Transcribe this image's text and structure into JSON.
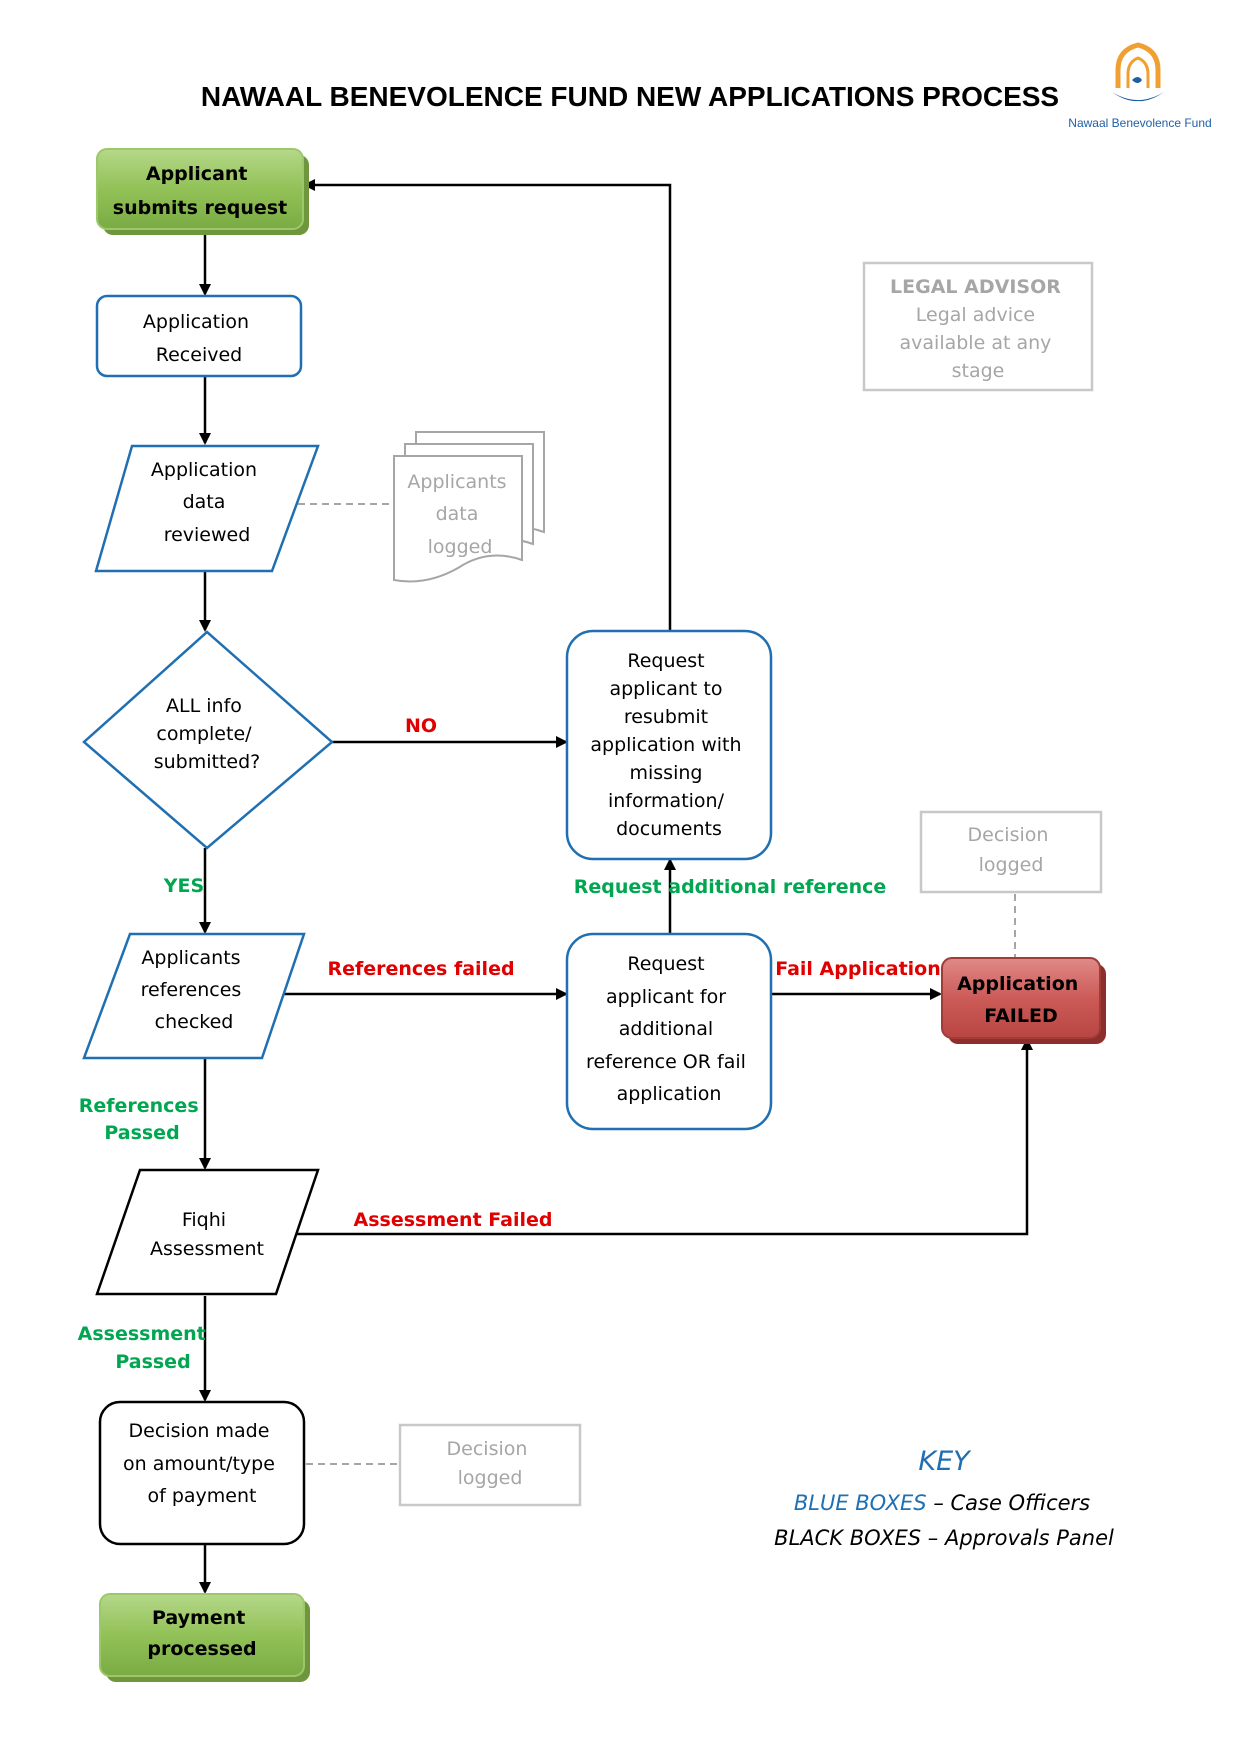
{
  "title": "NAWAAL BENEVOLENCE FUND NEW APPLICATIONS PROCESS",
  "logo": {
    "caption": "Nawaal Benevolence Fund",
    "icon": "mosque-crescent-logo-icon",
    "colors": {
      "orange": "#f0a030",
      "blue": "#1f5fa6"
    }
  },
  "colors": {
    "blue": "#1f6fb2",
    "green_fill": "#8dbf50",
    "red_fill": "#c0504d",
    "grey": "#a6a6a6",
    "label_red": "#e00000",
    "label_green": "#00a650"
  },
  "nodes": {
    "applicant_submits": {
      "lines": [
        "Applicant",
        "submits request"
      ]
    },
    "application_received": {
      "lines": [
        "Application",
        "Received"
      ]
    },
    "application_reviewed": {
      "lines": [
        "Application",
        "data",
        "reviewed"
      ]
    },
    "applicants_data_logged": {
      "lines": [
        "Applicants",
        "data",
        "logged"
      ]
    },
    "all_info_complete": {
      "lines": [
        "ALL info",
        "complete/",
        "submitted?"
      ]
    },
    "request_resubmit": {
      "lines": [
        "Request",
        "applicant to",
        "resubmit",
        "application with",
        "missing",
        "information/",
        "documents"
      ]
    },
    "legal_advisor": {
      "lines": [
        "LEGAL ADVISOR",
        "Legal advice",
        "available at any",
        "stage"
      ]
    },
    "references_checked": {
      "lines": [
        "Applicants",
        "references",
        "checked"
      ]
    },
    "request_additional": {
      "lines": [
        "Request",
        "applicant for",
        "additional",
        "reference OR fail",
        "application"
      ]
    },
    "decision_logged_top": {
      "lines": [
        "Decision",
        "logged"
      ]
    },
    "application_failed": {
      "lines": [
        "Application",
        "FAILED"
      ]
    },
    "fiqhi_assessment": {
      "lines": [
        "Fiqhi",
        "Assessment"
      ]
    },
    "decision_made": {
      "lines": [
        "Decision made",
        "on amount/type",
        "of payment"
      ]
    },
    "decision_logged_bottom": {
      "lines": [
        "Decision",
        "logged"
      ]
    },
    "payment_processed": {
      "lines": [
        "Payment",
        "processed"
      ]
    }
  },
  "edge_labels": {
    "no": "NO",
    "yes": "YES",
    "references_failed": "References failed",
    "request_additional_reference": "Request additional reference",
    "fail_application": "Fail Application",
    "references_passed": [
      "References",
      "Passed"
    ],
    "assessment_failed": "Assessment Failed",
    "assessment_passed": [
      "Assessment",
      "Passed"
    ]
  },
  "key": {
    "title": "KEY",
    "blue_label": "BLUE BOXES",
    "blue_desc": " – Case Officers",
    "black_label": "BLACK BOXES",
    "black_desc": " – Approvals Panel"
  }
}
